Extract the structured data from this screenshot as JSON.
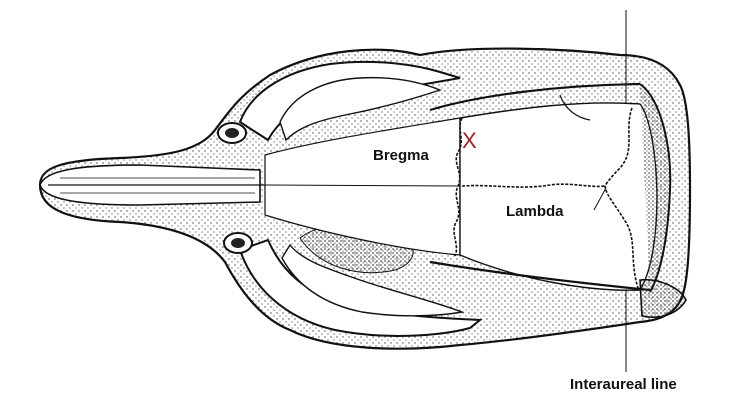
{
  "labels": {
    "bregma": "Bregma",
    "lambda": "Lambda",
    "interaural": "Interaureal line"
  },
  "marker": {
    "text": "X",
    "color": "#b21a1a"
  },
  "colors": {
    "ink": "#111111",
    "background": "#ffffff",
    "stipple": "#444444"
  }
}
